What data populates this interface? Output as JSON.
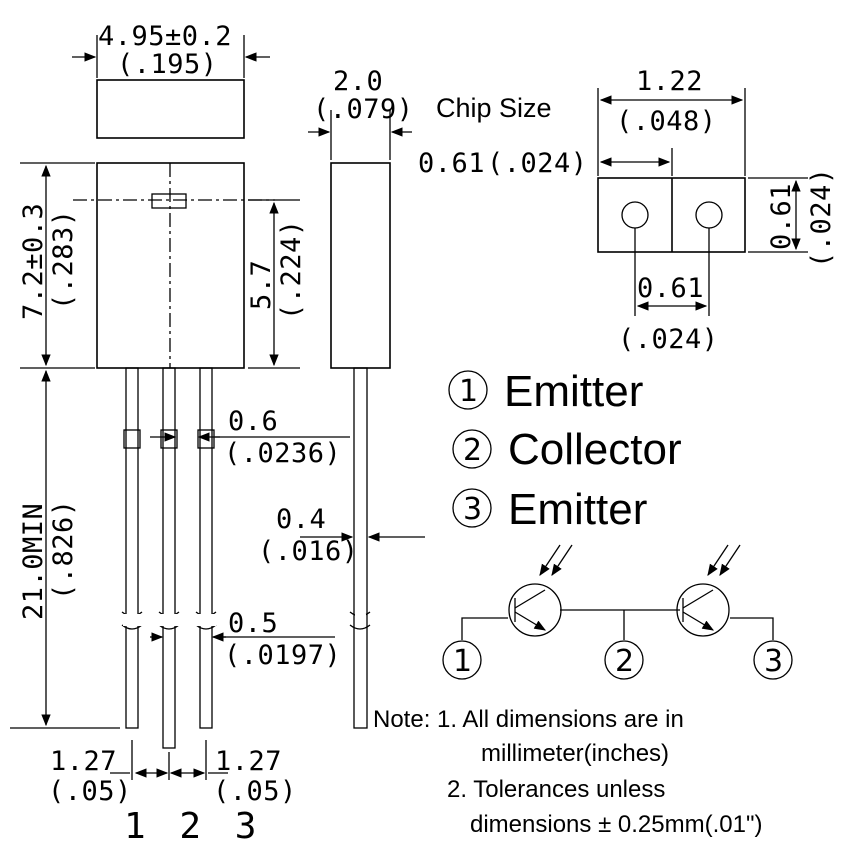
{
  "package": {
    "width_mm": "4.95±0.2",
    "width_in": "(.195)",
    "depth_mm": "2.0",
    "depth_in": "(.079)",
    "height_mm": "7.2±0.3",
    "height_in": "(.283)",
    "window_mm": "5.7",
    "window_in": "(.224)",
    "lead_len_mm": "21.0MIN",
    "lead_len_in": "(.826)",
    "lead_w1_mm": "0.6",
    "lead_w1_in": "(.0236)",
    "lead_w2_mm": "0.5",
    "lead_w2_in": "(.0197)",
    "lead_t_mm": "0.4",
    "lead_t_in": "(.016)",
    "pitch_left_mm": "1.27",
    "pitch_left_in": "(.05)",
    "pitch_right_mm": "1.27",
    "pitch_right_in": "(.05)",
    "pins": "1 2 3"
  },
  "chip": {
    "title": "Chip Size",
    "width_mm": "1.22",
    "width_in": "(.048)",
    "half_mm": "0.61",
    "half_in": "(.024)",
    "height_mm": "0.61",
    "height_in": "(.024)",
    "pad_mm": "0.61",
    "pad_in": "(.024)"
  },
  "legend": [
    {
      "num": "1",
      "label": "Emitter"
    },
    {
      "num": "2",
      "label": "Collector"
    },
    {
      "num": "3",
      "label": "Emitter"
    }
  ],
  "schematic_pins": [
    "1",
    "2",
    "3"
  ],
  "notes": {
    "n1a": "Note: 1. All dimensions are in",
    "n1b": "millimeter(inches)",
    "n2a": "2. Tolerances unless",
    "n2b": "dimensions ± 0.25mm(.01\")"
  }
}
